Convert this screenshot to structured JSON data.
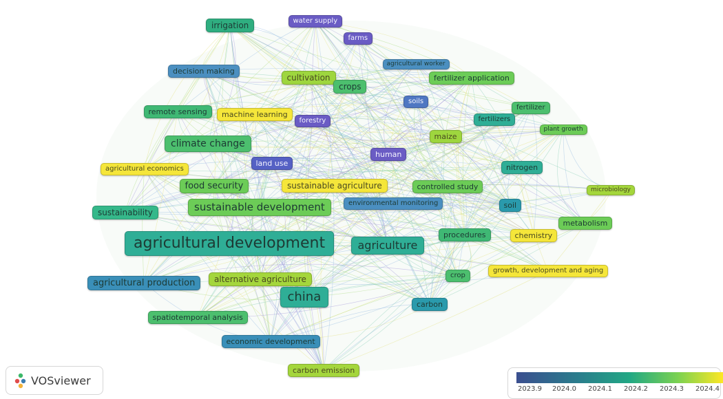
{
  "palette": {
    "c2023_9": "#46478f",
    "c2024_0": "#3a7bb0",
    "c2024_1": "#2a9a9a",
    "c2024_2": "#3cb86a",
    "c2024_25": "#a4d63c",
    "c2024_3": "#f2e53a"
  },
  "nodes": [
    {
      "label": "irrigation",
      "color": "#2fae80"
    },
    {
      "label": "water supply",
      "color": "#6a5cc4"
    },
    {
      "label": "farms",
      "color": "#6a5cc4"
    },
    {
      "label": "agricultural worker",
      "color": "#4b8fc0"
    },
    {
      "label": "decision making",
      "color": "#4b8fc0"
    },
    {
      "label": "cultivation",
      "color": "#9ed63e"
    },
    {
      "label": "fertilizer application",
      "color": "#6ccc57"
    },
    {
      "label": "crops",
      "color": "#4cbf6e"
    },
    {
      "label": "soils",
      "color": "#4f77c2"
    },
    {
      "label": "remote sensing",
      "color": "#3fb874"
    },
    {
      "label": "machine learning",
      "color": "#f5e63a"
    },
    {
      "label": "forestry",
      "color": "#6a5cc4"
    },
    {
      "label": "fertilizer",
      "color": "#4cbf6e"
    },
    {
      "label": "fertilizers",
      "color": "#2fae96"
    },
    {
      "label": "plant growth",
      "color": "#6ccc57"
    },
    {
      "label": "climate change",
      "color": "#4cbf6e"
    },
    {
      "label": "maize",
      "color": "#9ed63e"
    },
    {
      "label": "human",
      "color": "#6a5cc4"
    },
    {
      "label": "land use",
      "color": "#5561c4"
    },
    {
      "label": "agricultural economics",
      "color": "#f5e63a"
    },
    {
      "label": "nitrogen",
      "color": "#2fae96"
    },
    {
      "label": "food security",
      "color": "#6ccc57"
    },
    {
      "label": "sustainable agriculture",
      "color": "#f5e63a"
    },
    {
      "label": "controlled study",
      "color": "#6ccc57"
    },
    {
      "label": "microbiology",
      "color": "#a4d63c"
    },
    {
      "label": "sustainability",
      "color": "#35b88a"
    },
    {
      "label": "sustainable development",
      "color": "#6ccc57"
    },
    {
      "label": "environmental monitoring",
      "color": "#4b8fc0"
    },
    {
      "label": "soil",
      "color": "#2a9aac"
    },
    {
      "label": "metabolism",
      "color": "#6ccc57"
    },
    {
      "label": "agricultural development",
      "color": "#2fae96"
    },
    {
      "label": "agriculture",
      "color": "#2fae96"
    },
    {
      "label": "procedures",
      "color": "#3fb874"
    },
    {
      "label": "chemistry",
      "color": "#f5e63a"
    },
    {
      "label": "crop",
      "color": "#4cbf6e"
    },
    {
      "label": "growth, development and aging",
      "color": "#f5e63a"
    },
    {
      "label": "agricultural production",
      "color": "#3a8fb8"
    },
    {
      "label": "alternative agriculture",
      "color": "#a4d63c"
    },
    {
      "label": "china",
      "color": "#2fae96"
    },
    {
      "label": "carbon",
      "color": "#2a9aac"
    },
    {
      "label": "spatiotemporal analysis",
      "color": "#4cbf6e"
    },
    {
      "label": "economic development",
      "color": "#3a8fb8"
    },
    {
      "label": "carbon emission",
      "color": "#a4d63c"
    }
  ],
  "logo": {
    "text": "VOSviewer"
  },
  "legend": {
    "ticks": [
      "2023.9",
      "2024.0",
      "2024.1",
      "2024.2",
      "2024.3",
      "2024.4"
    ]
  }
}
